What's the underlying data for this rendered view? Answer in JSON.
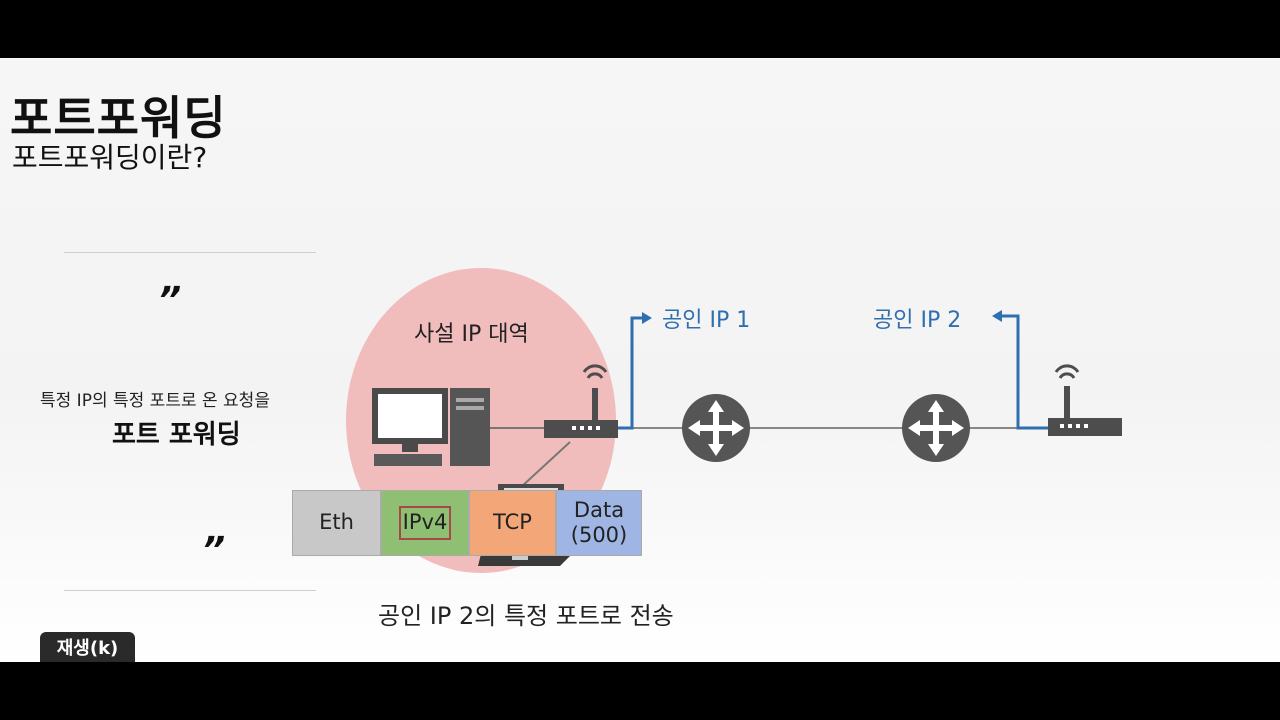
{
  "slide": {
    "title": "포트포워딩",
    "subtitle": "포트포워딩이란?",
    "quote_open": "”",
    "quote_close": "”",
    "quote_line1": "특정 IP의 특정 포트로 온 요청을",
    "quote_line2": "포트 포워딩",
    "private_band_label": "사설 IP 대역",
    "public_ip1_label": "공인 IP 1",
    "public_ip2_label": "공인 IP 2",
    "packet": {
      "eth": "Eth",
      "ipv4": "IPv4",
      "tcp": "TCP",
      "data_line1": "Data",
      "data_line2": "(500)"
    },
    "caption": "공인 IP 2의 특정 포트로 전송"
  },
  "controls": {
    "play_label": "재생(k)"
  },
  "colors": {
    "accent_blue": "#2f6fb0",
    "private_zone": "#f0b8b8",
    "eth": "#c8c8c8",
    "ipv4": "#8fbf72",
    "tcp": "#f3a678",
    "data": "#9fb5e3"
  }
}
